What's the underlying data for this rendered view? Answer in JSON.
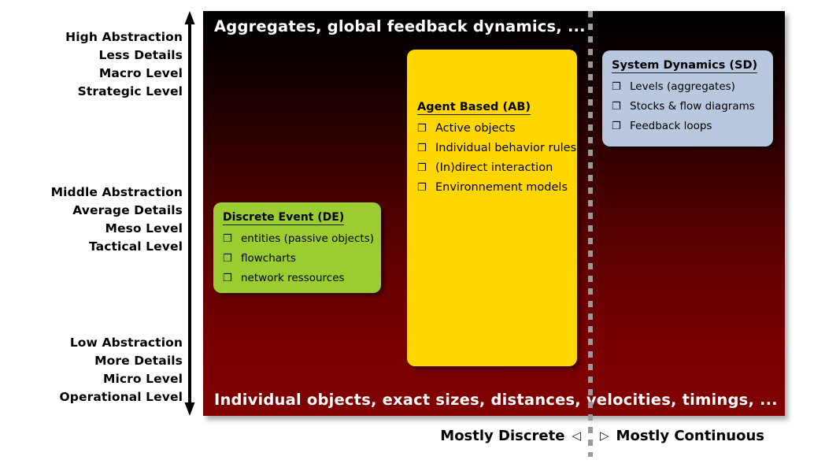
{
  "axis": {
    "arrow_name": "abstraction-level-double-arrow",
    "high": {
      "line1": "High Abstraction",
      "line2": "Less Details",
      "line3": "Macro Level",
      "line4": "Strategic Level"
    },
    "middle": {
      "line1": "Middle Abstraction",
      "line2": "Average Details",
      "line3": "Meso Level",
      "line4": "Tactical Level"
    },
    "low": {
      "line1": "Low Abstraction",
      "line2": "More Details",
      "line3": "Micro Level",
      "line4": "Operational Level"
    }
  },
  "panel": {
    "top_text": "Aggregates, global feedback dynamics, ...",
    "bottom_text": "Individual objects, exact sizes, distances, velocities, timings, ...",
    "gradient_top_color": "#000000",
    "gradient_bottom_color": "#800000"
  },
  "divider": {
    "style": "dashed",
    "color": "#9a9a9a"
  },
  "cards": {
    "discrete_event": {
      "title": "Discrete Event (DE)",
      "color": "#9BCC32",
      "bullet_glyph": "❐",
      "items": [
        "entities (passive objects)",
        "flowcharts",
        "network ressources"
      ]
    },
    "agent_based": {
      "title": "Agent Based (AB)",
      "color": "#FFD600",
      "bullet_glyph": "❐",
      "items": [
        "Active objects",
        "Individual behavior rules",
        "(In)direct interaction",
        "Environnement models"
      ]
    },
    "system_dynamics": {
      "title": "System Dynamics (SD)",
      "color": "#B8C8DF",
      "bullet_glyph": "❐",
      "items": [
        "Levels (aggregates)",
        "Stocks & flow diagrams",
        "Feedback loops"
      ]
    }
  },
  "legend": {
    "discrete_label": "Mostly Discrete",
    "discrete_arrow": "◁",
    "continuous_arrow": "▷",
    "continuous_label": "Mostly Continuous"
  }
}
